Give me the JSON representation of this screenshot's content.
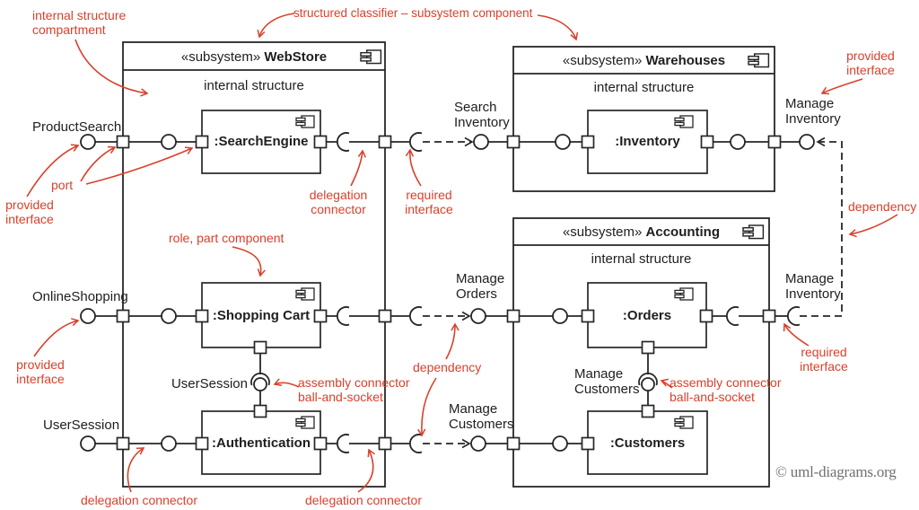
{
  "colors": {
    "annotation": "#d9402b",
    "diagram_line": "#262626",
    "copyright_gray": "#707070"
  },
  "subsystems": {
    "webstore": {
      "stereotype": "«subsystem»",
      "name": "WebStore",
      "compartment": "internal structure"
    },
    "warehouses": {
      "stereotype": "«subsystem»",
      "name": "Warehouses",
      "compartment": "internal structure"
    },
    "accounting": {
      "stereotype": "«subsystem»",
      "name": "Accounting",
      "compartment": "internal structure"
    }
  },
  "components": {
    "search_engine": ":SearchEngine",
    "shopping_cart": ":Shopping Cart",
    "authentication": ":Authentication",
    "inventory": ":Inventory",
    "orders": ":Orders",
    "customers": ":Customers"
  },
  "interfaces": {
    "product_search": "ProductSearch",
    "online_shopping": "OnlineShopping",
    "user_session_port": "UserSession",
    "user_session_assembly": "UserSession",
    "search_inventory": "Search Inventory",
    "manage_orders": "Manage Orders",
    "manage_customers_flow": "Manage Customers",
    "manage_customers_assembly": "Manage Customers",
    "manage_inventory_provided": "Manage Inventory",
    "manage_inventory_required": "Manage Inventory"
  },
  "annotations": {
    "internal_structure_compartment": "internal structure compartment",
    "structured_classifier": "structured classifier – subsystem component",
    "provided_interface_top_right": "provided interface",
    "port": "port",
    "provided_interface_left": "provided interface",
    "delegation_connector_top": "delegation connector",
    "required_interface_top": "required interface",
    "role_part_component": "role, part component",
    "dependency_right": "dependency",
    "provided_interface_left_lower": "provided interface",
    "assembly_connector_left": "assembly connector ball-and-socket",
    "dependency_middle": "dependency",
    "required_interface_right": "required interface",
    "assembly_connector_right": "assembly connector ball-and-socket",
    "delegation_connector_bottom_left": "delegation connector",
    "delegation_connector_bottom_middle": "delegation connector"
  },
  "copyright": "© uml-diagrams.org"
}
